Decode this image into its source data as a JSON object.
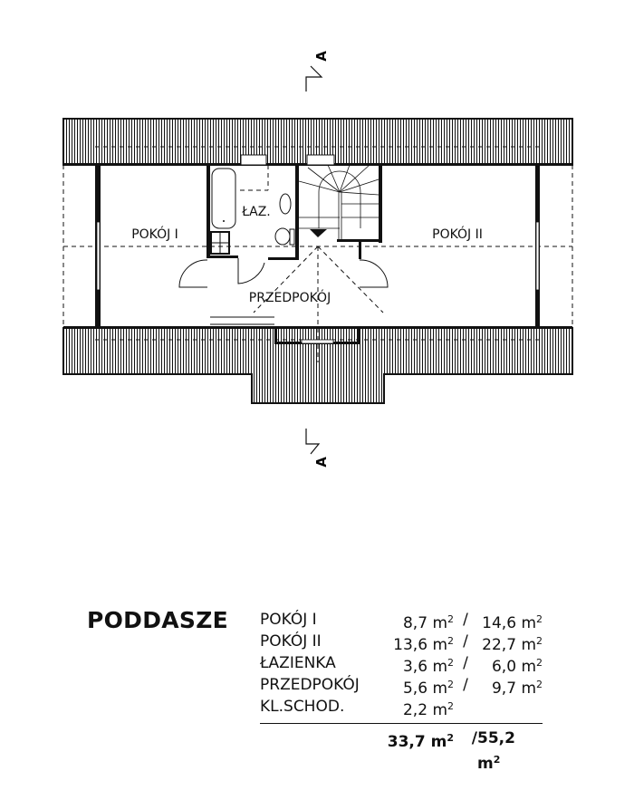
{
  "plan": {
    "rooms": {
      "pokoj1": "POKÓJ I",
      "pokoj2": "POKÓJ II",
      "laz": "ŁAZ.",
      "przedpokoj": "PRZEDPOKÓJ"
    },
    "section_marker": "A"
  },
  "summary": {
    "title": "PODDASZE",
    "unit": "m",
    "unit_exp": "2",
    "rows": [
      {
        "name": "POKÓJ I",
        "a": "8,7",
        "b": "14,6"
      },
      {
        "name": "POKÓJ II",
        "a": "13,6",
        "b": "22,7"
      },
      {
        "name": "ŁAZIENKA",
        "a": "3,6",
        "b": "6,0"
      },
      {
        "name": "PRZEDPOKÓJ",
        "a": "5,6",
        "b": "9,7"
      },
      {
        "name": "KL.SCHOD.",
        "a": "2,2",
        "b": ""
      }
    ],
    "total": {
      "a": "33,7",
      "b": "55,2"
    },
    "separator": "/"
  }
}
